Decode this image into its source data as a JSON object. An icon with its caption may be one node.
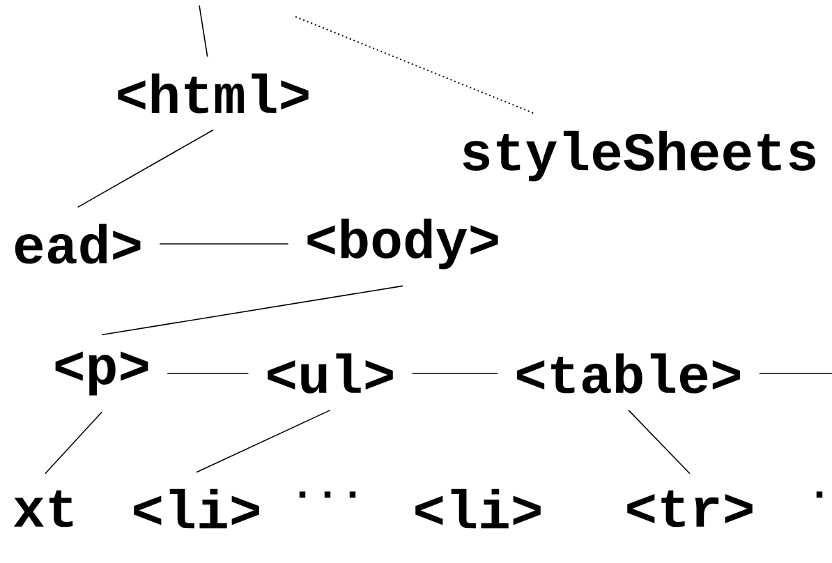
{
  "diagram": {
    "nodes": [
      {
        "text": [
          "<html>"
        ]
      },
      {
        "text": [
          "styleSheets"
        ]
      },
      {
        "text": [
          "ead>"
        ]
      },
      {
        "text": [
          "<body>"
        ]
      },
      {
        "text": [
          "<p>"
        ]
      },
      {
        "text": [
          "<ul>"
        ]
      },
      {
        "text": [
          "<table>"
        ]
      },
      {
        "text": [
          "xt"
        ]
      },
      {
        "text": [
          "<li>"
        ]
      },
      {
        "text": [
          "<li>"
        ]
      },
      {
        "text": [
          "<tr>"
        ]
      }
    ],
    "edges": [
      {
        "from": null,
        "to": 0,
        "arrow": "none"
      },
      {
        "from": null,
        "to": 1,
        "arrow": "none",
        "style": "dashed"
      },
      {
        "from": 0,
        "to": 2,
        "arrow": "none"
      },
      {
        "from": 2,
        "to": 3,
        "arrow": "none"
      },
      {
        "from": 3,
        "to": 4,
        "arrow": "none"
      },
      {
        "from": 4,
        "to": 5,
        "arrow": "none"
      },
      {
        "from": 5,
        "to": 6,
        "arrow": "none"
      },
      {
        "from": 6,
        "to": null,
        "arrow": "none"
      },
      {
        "from": 4,
        "to": 7,
        "arrow": "none"
      },
      {
        "from": 5,
        "to": 8,
        "arrow": "none"
      },
      {
        "from": 6,
        "to": 10,
        "arrow": "none"
      }
    ],
    "labels": [
      "···",
      "·"
    ]
  }
}
